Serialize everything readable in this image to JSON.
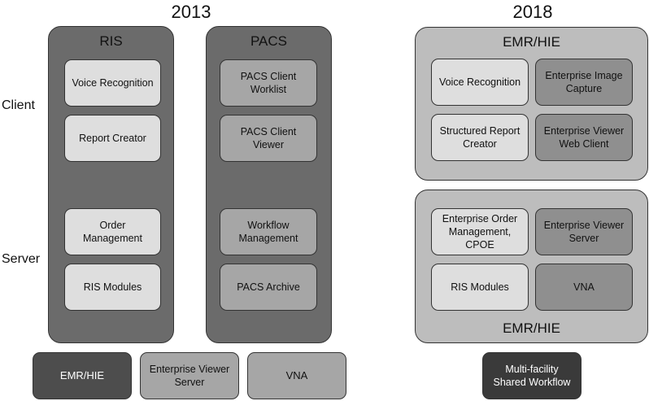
{
  "years": {
    "left": "2013",
    "right": "2018"
  },
  "tiers": {
    "client": "Client",
    "server": "Server"
  },
  "ris": {
    "title": "RIS",
    "voice": "Voice Recognition",
    "report": "Report Creator",
    "order": "Order\nManagement",
    "modules": "RIS Modules"
  },
  "pacs": {
    "title": "PACS",
    "worklist": "PACS Client\nWorklist",
    "viewer": "PACS Client\nViewer",
    "workflow": "Workflow\nManagement",
    "archive": "PACS Archive"
  },
  "bottom2013": {
    "emr": "EMR/HIE",
    "ev_server": "Enterprise Viewer\nServer",
    "vna": "VNA"
  },
  "emr_top": {
    "title": "EMR/HIE",
    "voice": "Voice Recognition",
    "capture": "Enterprise Image\nCapture",
    "structured": "Structured Report\nCreator",
    "web_client": "Enterprise Viewer\nWeb Client"
  },
  "emr_bottom": {
    "title": "EMR/HIE",
    "order": "Enterprise Order\nManagement,\nCPOE",
    "ev_server": "Enterprise Viewer\nServer",
    "modules": "RIS Modules",
    "vna": "VNA"
  },
  "multi": "Multi-facility\nShared Workflow",
  "colors": {
    "panel_dark": "#6b6b6b",
    "panel_light": "#bdbdbd",
    "box_light": "#dedede",
    "box_mid": "#a6a6a6",
    "box_dark": "#4d4d4d"
  }
}
